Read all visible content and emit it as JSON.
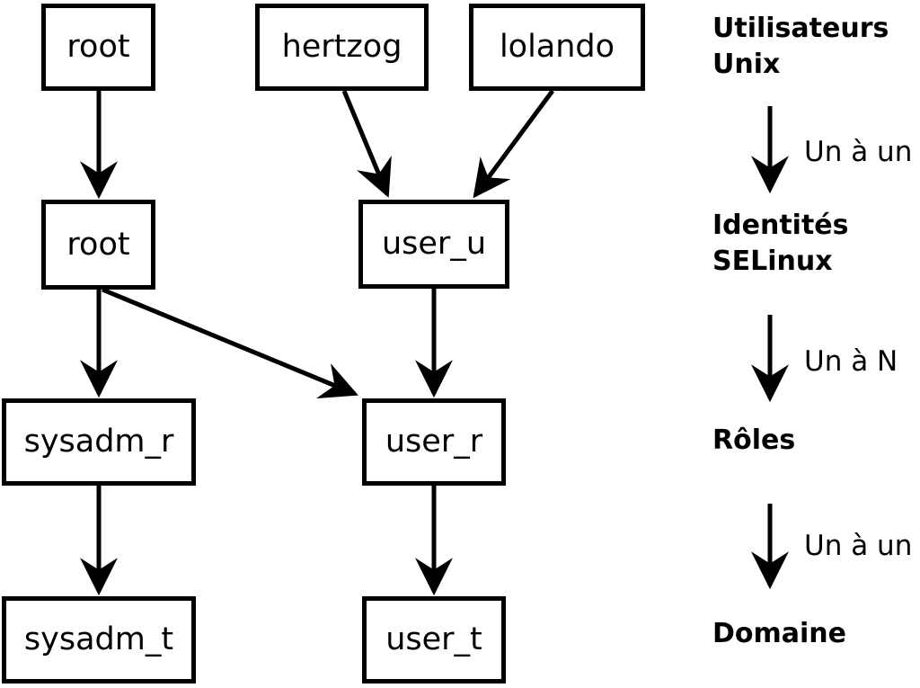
{
  "figure": {
    "background_color": "#ffffff",
    "line_color": "#000000"
  },
  "nodes": {
    "unix_root": "root",
    "unix_hertzog": "hertzog",
    "unix_lolando": "lolando",
    "selinux_root": "root",
    "selinux_user_u": "user_u",
    "role_sysadm_r": "sysadm_r",
    "role_user_r": "user_r",
    "domain_sysadm_t": "sysadm_t",
    "domain_user_t": "user_t"
  },
  "legend": {
    "unix_users": "Utilisateurs\nUnix",
    "selinux_identities": "Identités\nSELinux",
    "roles": "Rôles",
    "domain": "Domaine",
    "mapping_one_to_one_1": "Un à un",
    "mapping_one_to_n": "Un à N",
    "mapping_one_to_one_2": "Un à un"
  }
}
